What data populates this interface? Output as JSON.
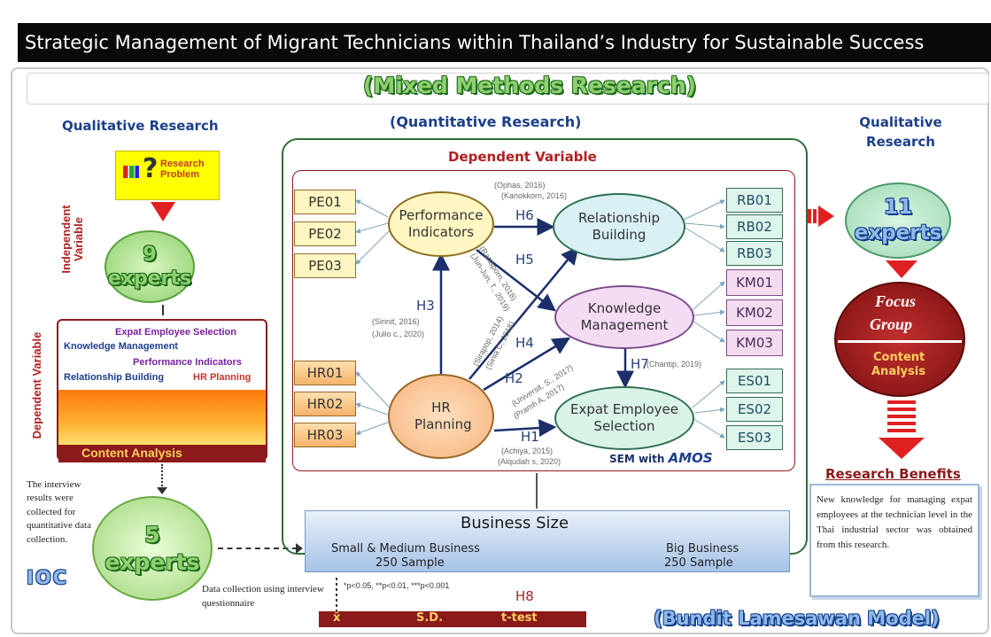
{
  "title": "Strategic Management of Migrant Technicians within Thailand’s Industry for Sustainable Success",
  "mixed_methods": "(Mixed Methods Research)",
  "left": {
    "heading": "Qualitative Research",
    "research_problem": "Research Problem",
    "independent_variable": "Independent Variable",
    "dependent_variable": "Dependent Variable",
    "experts_9": "9 experts",
    "variables": [
      "Expat Employee Selection",
      "Knowledge Management",
      "Performance Indicators",
      "Relationship Building",
      "HR Planning"
    ],
    "content_analysis": "Content Analysis",
    "interview_note": "The interview results were collected for quantitative data collection.",
    "experts_5": "5 experts",
    "ioc": "IOC"
  },
  "center": {
    "heading": "(Quantitative Research)",
    "dependent_variable": "Dependent Variable",
    "pe": [
      "PE01",
      "PE02",
      "PE03"
    ],
    "hr": [
      "HR01",
      "HR02",
      "HR03"
    ],
    "rb": [
      "RB01",
      "RB02",
      "RB03"
    ],
    "km": [
      "KM01",
      "KM02",
      "KM03"
    ],
    "es": [
      "ES01",
      "ES02",
      "ES03"
    ],
    "nodes": {
      "performance": "Performance Indicators",
      "relationship": "Relationship Building",
      "knowledge": "Knowledge Management",
      "expat": "Expat Employee Selection",
      "hr_planning": "HR Planning"
    },
    "hyp": {
      "h1": "H1",
      "h2": "H2",
      "h3": "H3",
      "h4": "H4",
      "h5": "H5",
      "h6": "H6",
      "h7": "H7",
      "h8": "H8"
    },
    "cites": {
      "h6": [
        "(Ophas, 2016)",
        "(Kanokkorn, 2016)"
      ],
      "h3": [
        "(Sirinit, 2016)",
        "(Julio c., 2020)"
      ],
      "h5": [
        "(Rattaporn, 2018)",
        "(Jun-Jun, T., 2019)"
      ],
      "h4": [
        "(Sirapop, 2014)",
        "(Sinia C, 2018)"
      ],
      "h2": [
        "(Universit. S., 2017)",
        "(Pramh A, 2017)"
      ],
      "h7": "(Chantip, 2019)",
      "h1": [
        "(Achiya, 2015)",
        "(Alqudah s, 2020)"
      ]
    },
    "sem": "SEM with ",
    "amos": "AMOS",
    "business_size": "Business Size",
    "small": "Small & Medium Business",
    "small_sample": "250 Sample",
    "big": "Big Business",
    "big_sample": "250 Sample",
    "data_collection": "Data collection using interview questionnaire",
    "significance": "*p<0.05, **p<0.01, ***p<0.001",
    "stats": [
      "x̄",
      "S.D.",
      "t-test"
    ]
  },
  "right": {
    "heading": "Qualitative Research",
    "experts_11": "11 experts",
    "focus": "Focus",
    "group": "Group",
    "content": "Content",
    "analysis": "Analysis",
    "benefits_title": "Research Benefits",
    "benefits_text": "New knowledge for managing expat employees at the technician level in the Thai industrial sector was obtained from this research."
  },
  "model": "(Bundit Lamesawan Model)"
}
